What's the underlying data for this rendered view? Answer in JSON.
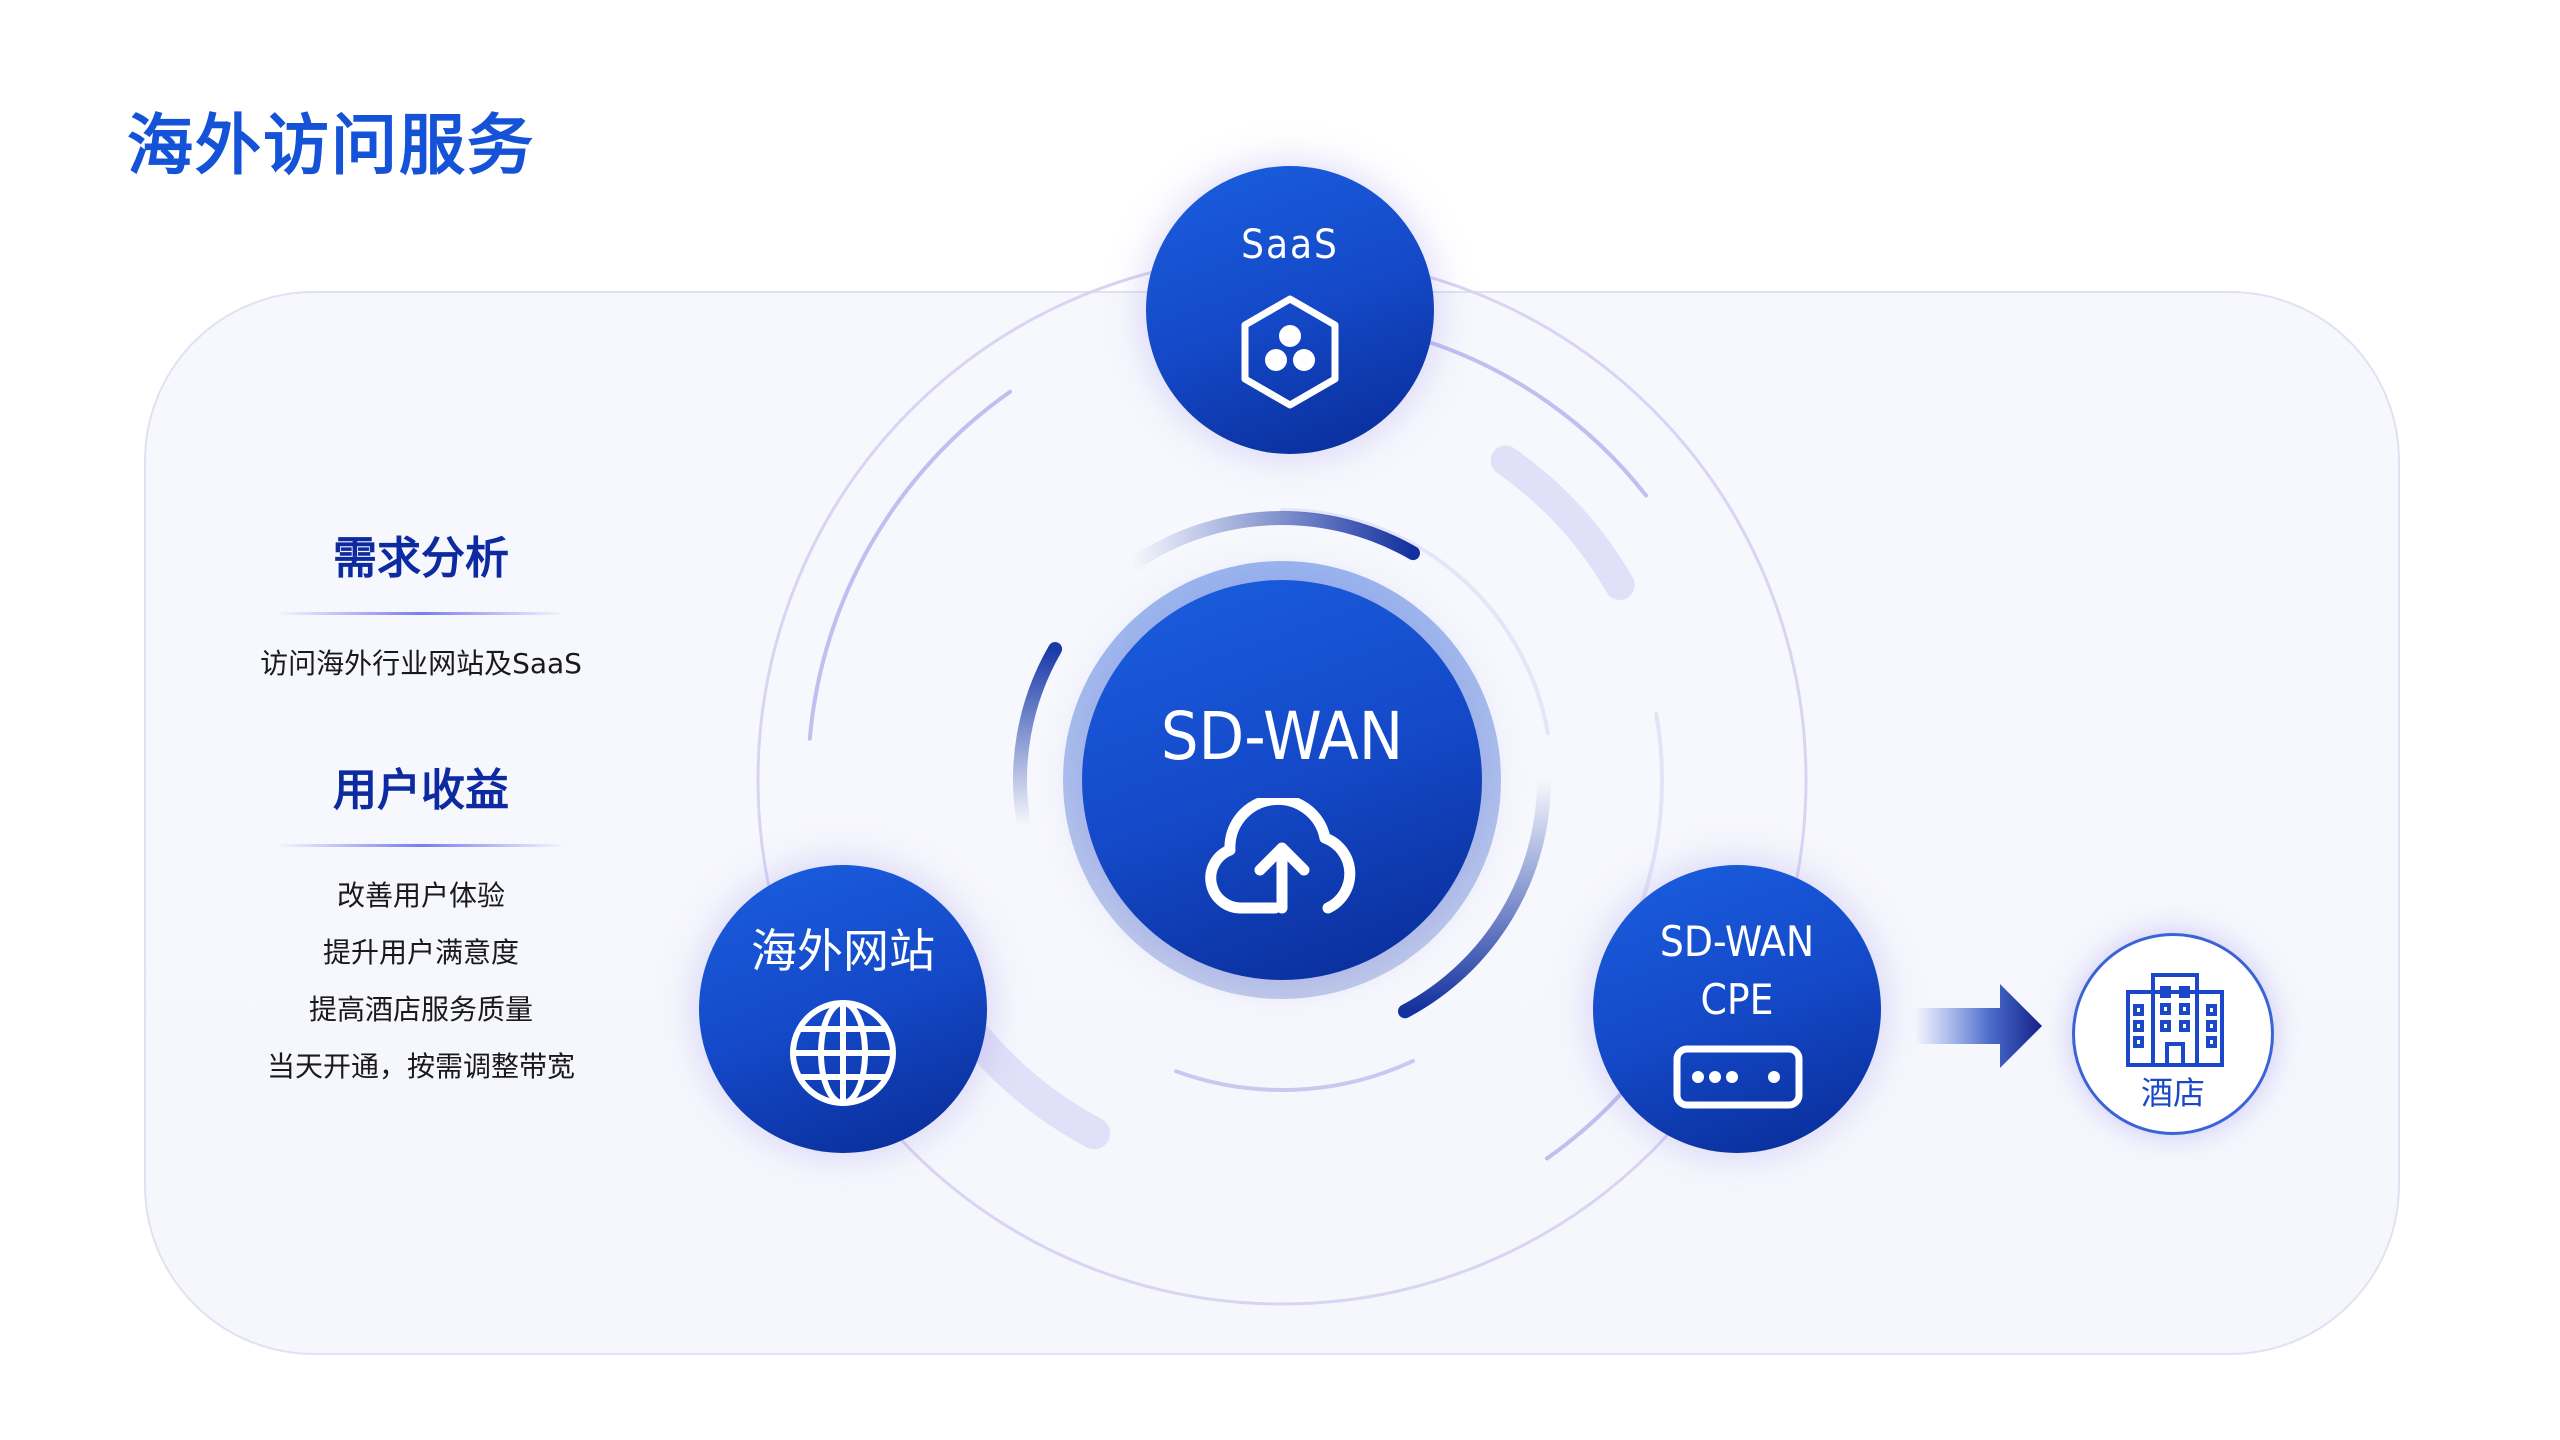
{
  "title": "海外访问服务",
  "left_panel": {
    "sections": [
      {
        "heading": "需求分析",
        "items": [
          "访问海外行业网站及SaaS"
        ]
      },
      {
        "heading": "用户收益",
        "items": [
          "改善用户体验",
          "提升用户满意度",
          "提高酒店服务质量",
          "当天开通，按需调整带宽"
        ]
      }
    ]
  },
  "diagram": {
    "center": {
      "label": "SD-WAN",
      "icon": "cloud-upload-icon"
    },
    "saas": {
      "label": "SaaS",
      "icon": "hexagon-cluster-icon"
    },
    "overseas": {
      "label": "海外网站",
      "icon": "globe-icon"
    },
    "cpe": {
      "label_line1": "SD-WAN",
      "label_line2": "CPE",
      "icon": "router-device-icon"
    },
    "hotel": {
      "label": "酒店",
      "icon": "building-icon"
    }
  },
  "colors": {
    "primary": "#1452d8",
    "dark": "#082a94",
    "heading": "#0d2aa0",
    "ring": "#98b6ee"
  }
}
